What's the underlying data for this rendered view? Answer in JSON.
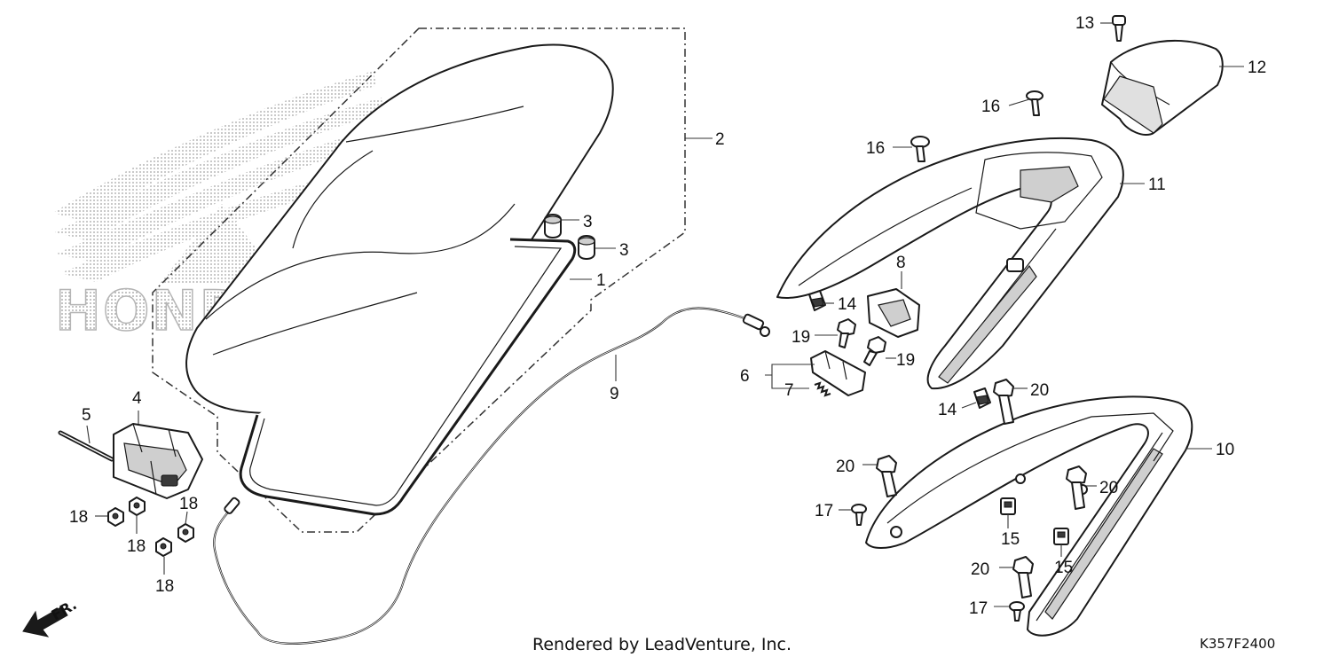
{
  "brand_watermark": "HONDA",
  "footer": {
    "credit": "Rendered by LeadVenture, Inc.",
    "diagram_code": "K357F2400"
  },
  "direction_marker": "FR.",
  "callouts": [
    {
      "id": "c1",
      "label": "1"
    },
    {
      "id": "c2",
      "label": "2"
    },
    {
      "id": "c3a",
      "label": "3"
    },
    {
      "id": "c3b",
      "label": "3"
    },
    {
      "id": "c4",
      "label": "4"
    },
    {
      "id": "c5",
      "label": "5"
    },
    {
      "id": "c6",
      "label": "6"
    },
    {
      "id": "c7",
      "label": "7"
    },
    {
      "id": "c8",
      "label": "8"
    },
    {
      "id": "c9",
      "label": "9"
    },
    {
      "id": "c10",
      "label": "10"
    },
    {
      "id": "c11",
      "label": "11"
    },
    {
      "id": "c12",
      "label": "12"
    },
    {
      "id": "c13",
      "label": "13"
    },
    {
      "id": "c14a",
      "label": "14"
    },
    {
      "id": "c14b",
      "label": "14"
    },
    {
      "id": "c15a",
      "label": "15"
    },
    {
      "id": "c15b",
      "label": "15"
    },
    {
      "id": "c16a",
      "label": "16"
    },
    {
      "id": "c16b",
      "label": "16"
    },
    {
      "id": "c17a",
      "label": "17"
    },
    {
      "id": "c17b",
      "label": "17"
    },
    {
      "id": "c18a",
      "label": "18"
    },
    {
      "id": "c18b",
      "label": "18"
    },
    {
      "id": "c18c",
      "label": "18"
    },
    {
      "id": "c18d",
      "label": "18"
    },
    {
      "id": "c19a",
      "label": "19"
    },
    {
      "id": "c19b",
      "label": "19"
    },
    {
      "id": "c20a",
      "label": "20"
    },
    {
      "id": "c20b",
      "label": "20"
    },
    {
      "id": "c20c",
      "label": "20"
    },
    {
      "id": "c20d",
      "label": "20"
    }
  ]
}
